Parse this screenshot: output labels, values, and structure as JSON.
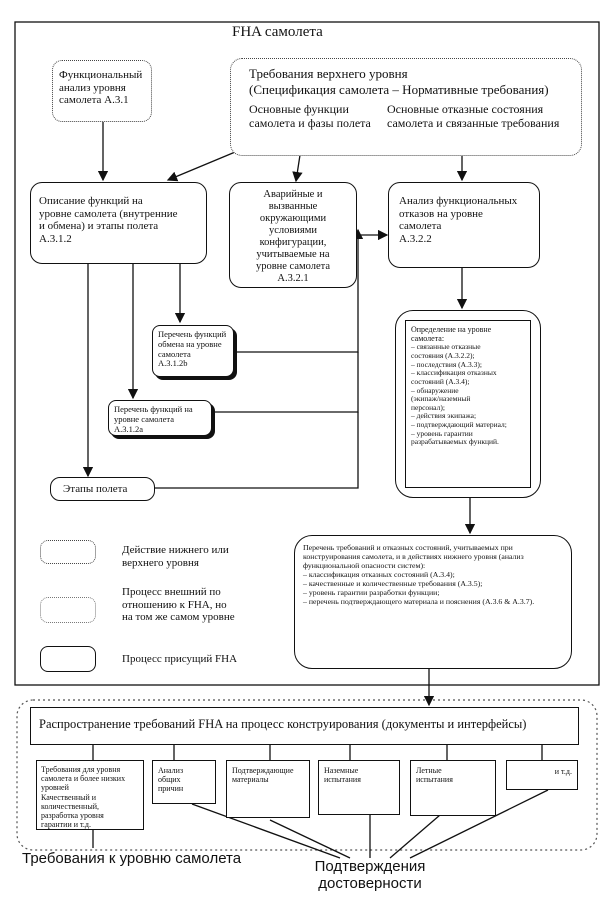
{
  "title": "FHA самолета",
  "func_analysis": "Функциональный\nанализ уровня\nсамолета А.3.1",
  "top_req": {
    "title1": "Требования верхнего уровня",
    "title2": "(Спецификация самолета – Нормативные требования)",
    "left": "Основные функции\nсамолета и фазы полета",
    "right": "Основные отказные состояния\nсамолета и связанные требования"
  },
  "func_desc": "Описание функций на\nуровне самолета (внутренние\nи обмена) и этапы полета\nА.3.1.2",
  "emergency": "Аварийные и\nвызванные\nокружающими\nусловиями\nконфигурации,\nучитываемые на\nуровне самолета\nА.3.2.1",
  "failure_analysis": "Анализ функциональных\nотказов на уровне\nсамолета\nА.3.2.2",
  "exchange_list": "Перечень функций\nобмена на уровне\nсамолета\nА.3.1.2b",
  "func_list": "Перечень функций на\nуровне самолета\nА.3.1.2а",
  "flight_phases": "Этапы полета",
  "definition": {
    "title": "Определение на уровне\nсамолета:",
    "items": "– связанные отказные\n  состояния (А.3.2.2);\n– последствия (А.3.3);\n– классификация отказных\n  состояний (А.3.4);\n– обнаружение\n  (экипаж/наземный\n  персонал);\n– действия экипажа;\n– подтверждающий материал;\n– уровень гарантии\n  разрабатываемых функций."
  },
  "req_list": {
    "intro": "Перечень требований и отказных состояний, учитываемых при\nконструирования самолета, и в действиях нижнего уровня (анализ\nфункциональной опасности систем):",
    "items": "– классификация отказных состояний (А.3.4);\n– качественные и количественные требования (А.3.5);\n– уровень гарантии разработки функции;\n– перечень подтверждающего материала и пояснения (А.3.6 & А.3.7)."
  },
  "legend": [
    {
      "label": "Действие нижнего или\nверхнего уровня"
    },
    {
      "label": "Процесс внешний по\nотношению к FHA, но\nна том же самом уровне"
    },
    {
      "label": "Процесс присущий FHA"
    }
  ],
  "distribution": "Распространение требований FHA на процесс конструирования (документы и интерфейсы)",
  "bottom_boxes": [
    {
      "text": "Требования для уровня\nсамолета и более низких\nуровней\nКачественный и\nколичественный,\nразработка уровня\nгарантии и т.д."
    },
    {
      "text": "Анализ\nобщих\nпричин"
    },
    {
      "text": "Подтверждающие\nматериалы"
    },
    {
      "text": "Наземные\nиспытания"
    },
    {
      "text": "Летные\nиспытания"
    },
    {
      "text": "и т.д."
    }
  ],
  "footer_left": "Требования к уровню самолета",
  "footer_right": "Подтверждения\nдостоверности"
}
